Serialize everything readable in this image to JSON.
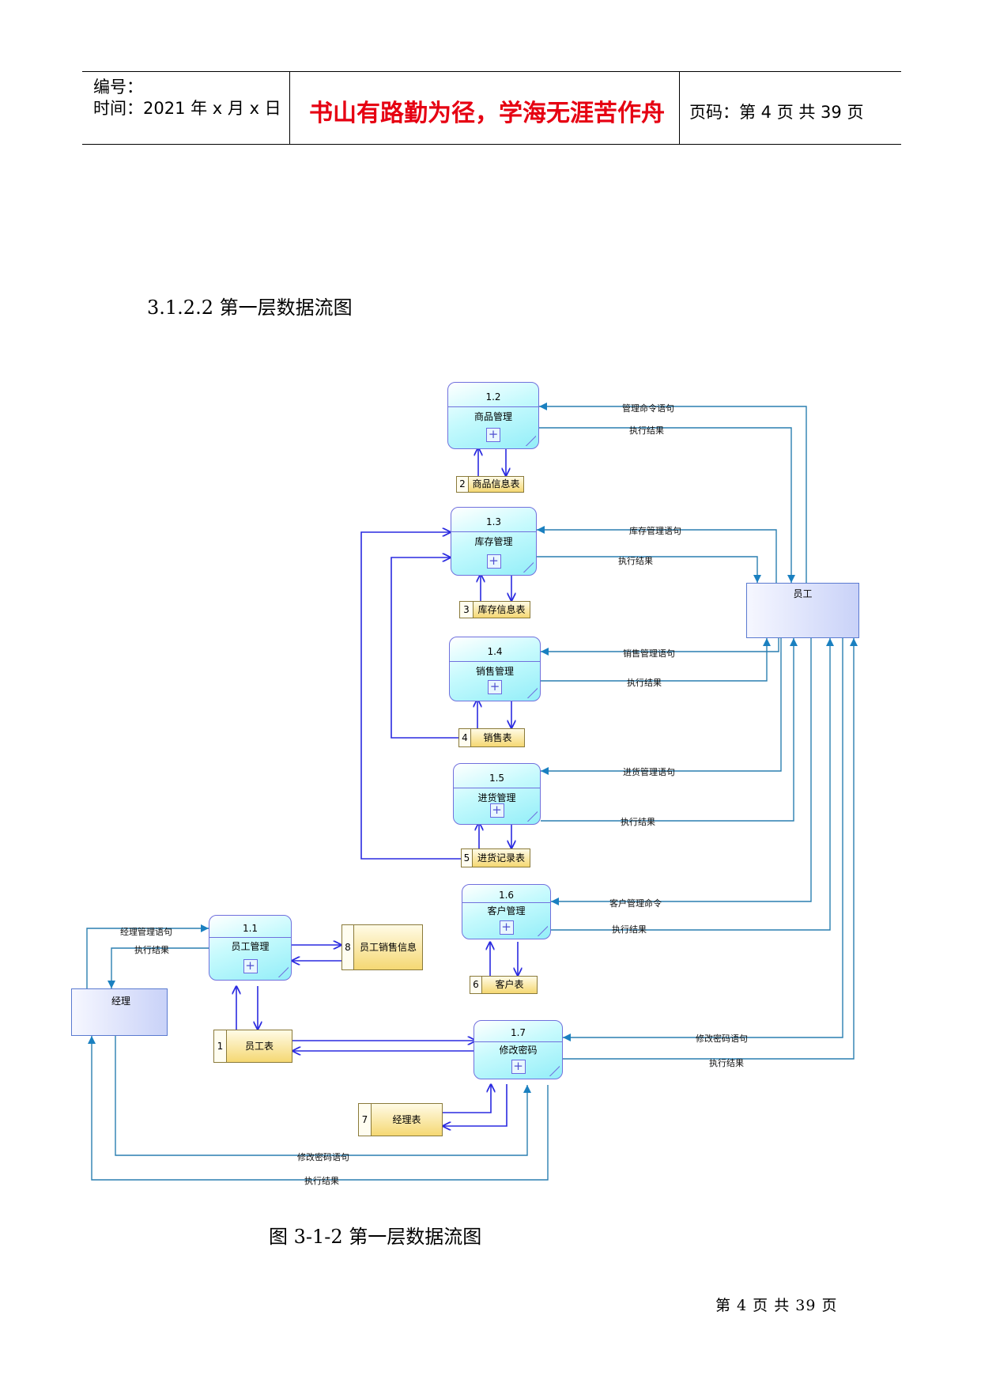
{
  "header": {
    "number_label": "编号：",
    "time_label": "时间：2021 年 x 月 x 日",
    "motto": "书山有路勤为径，学海无涯苦作舟",
    "page_label": "页码：第 4 页 共 39 页"
  },
  "section_heading": "3.1.2.2  第一层数据流图",
  "processes": {
    "p12": {
      "id": "1.2",
      "name": "商品管理",
      "plus": "+"
    },
    "p13": {
      "id": "1.3",
      "name": "库存管理",
      "plus": "+"
    },
    "p14": {
      "id": "1.4",
      "name": "销售管理",
      "plus": "+"
    },
    "p15": {
      "id": "1.5",
      "name": "进货管理",
      "plus": "+"
    },
    "p16": {
      "id": "1.6",
      "name": "客户管理",
      "plus": "+"
    },
    "p11": {
      "id": "1.1",
      "name": "员工管理",
      "plus": "+"
    },
    "p17": {
      "id": "1.7",
      "name": "修改密码",
      "plus": "+"
    }
  },
  "stores": {
    "s2": {
      "id": "2",
      "name": "商品信息表"
    },
    "s3": {
      "id": "3",
      "name": "库存信息表"
    },
    "s4": {
      "id": "4",
      "name": "销售表"
    },
    "s5": {
      "id": "5",
      "name": "进货记录表"
    },
    "s6": {
      "id": "6",
      "name": "客户表"
    },
    "s8": {
      "id": "8",
      "name": "员工销售信息"
    },
    "s1": {
      "id": "1",
      "name": "员工表"
    },
    "s7": {
      "id": "7",
      "name": "经理表"
    }
  },
  "entities": {
    "employee": "员工",
    "manager": "经理"
  },
  "flows": {
    "f12_cmd": "管理命令语句",
    "f12_res": "执行结果",
    "f13_cmd": "库存管理语句",
    "f13_res": "执行结果",
    "f14_cmd": "销售管理语句",
    "f14_res": "执行结果",
    "f15_cmd": "进货管理语句",
    "f15_res": "执行结果",
    "f16_cmd": "客户管理命令",
    "f16_res": "执行结果",
    "f17_cmd": "修改密码语句",
    "f17_res": "执行结果",
    "f11_cmd": "经理管理语句",
    "f11_res": "执行结果",
    "fm_cmd": "修改密码语句",
    "fm_res": "执行结果"
  },
  "caption": "图  3-1-2 第一层数据流图",
  "footer": "第  4  页  共  39  页",
  "colors": {
    "motto": "#e60012",
    "store_flow": "#2a2ae0",
    "entity_flow": "#2a7fb0",
    "process_fill": "#93eef8",
    "store_fill": "#f5d873",
    "entity_fill": "#c9d2f8"
  }
}
